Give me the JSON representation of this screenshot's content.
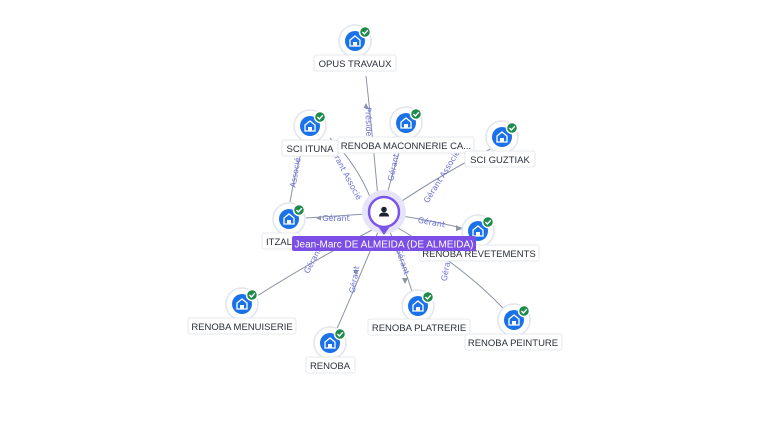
{
  "graph": {
    "center": {
      "label": "Jean-Marc DE ALMEIDA (DE ALMEIDA)",
      "icon": "person-icon",
      "color": "#7b4fe6"
    },
    "companies": [
      {
        "id": "opus-travaux",
        "label": "OPUS TRAVAUX",
        "relation": "Président",
        "verified": true
      },
      {
        "id": "sci-ituna",
        "label": "SCI ITUNA",
        "relation": "Gérant Associé",
        "verified": true
      },
      {
        "id": "renoba-maconnerie",
        "label": "RENOBA MACONNERIE CA...",
        "relation": "Gérant",
        "verified": true
      },
      {
        "id": "sci-guztiak",
        "label": "SCI GUZTIAK",
        "relation": "Gérant Associé",
        "verified": true
      },
      {
        "id": "itzal",
        "label": "ITZAL",
        "relation": "Gérant",
        "secondary_relation": "Associé",
        "verified": true
      },
      {
        "id": "renoba-revetements",
        "label": "RENOBA REVETEMENTS",
        "relation": "Gérant",
        "verified": true
      },
      {
        "id": "renoba-menuiserie",
        "label": "RENOBA MENUISERIE",
        "relation": "Gérant",
        "verified": true
      },
      {
        "id": "renoba",
        "label": "RENOBA",
        "relation": "Gérant",
        "verified": true
      },
      {
        "id": "renoba-platrerie",
        "label": "RENOBA PLATRERIE",
        "relation": "Gérant",
        "verified": true
      },
      {
        "id": "renoba-peinture",
        "label": "RENOBA PEINTURE",
        "relation": "Gérant",
        "verified": true
      }
    ],
    "icons": {
      "company": "company-building-icon",
      "verified": "verified-check-icon"
    },
    "colors": {
      "company": "#1b72e8",
      "verified": "#1e8a4c",
      "relation_label": "#6b6fd8",
      "edge": "#8b93a6"
    }
  }
}
